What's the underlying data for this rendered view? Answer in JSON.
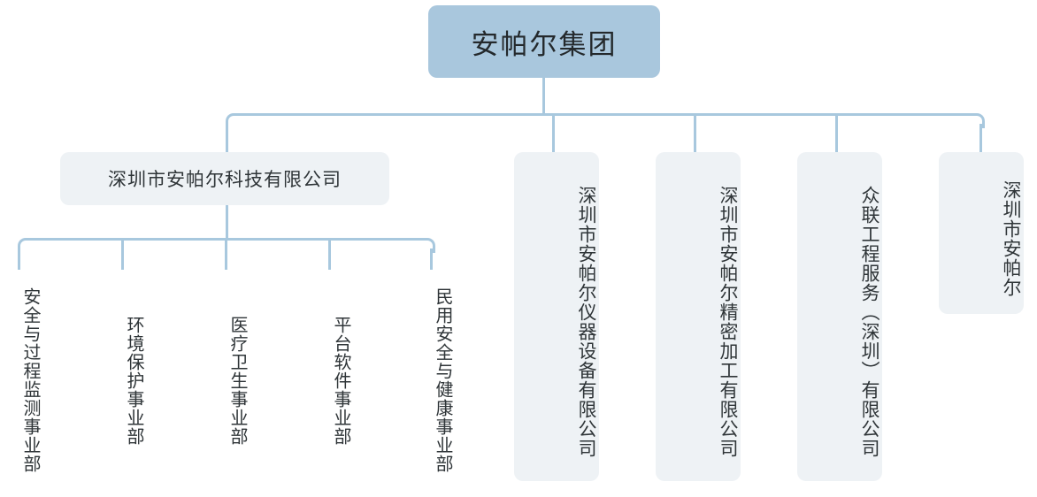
{
  "diagram": {
    "type": "organization-chart",
    "title_node": {
      "label": "安帕尔集团",
      "color": "#a9c7dd"
    },
    "colors": {
      "root_fill": "#a9c7dd",
      "node_fill": "#eef2f5",
      "connector": "#a8c8de",
      "text": "#2f3538",
      "background": "#ffffff"
    },
    "subsidiaries": [
      {
        "label": "深圳市安帕尔科技有限公司",
        "orientation": "horizontal"
      },
      {
        "label": "深圳市安帕尔仪器设备有限公司",
        "orientation": "vertical"
      },
      {
        "label": "深圳市安帕尔精密加工有限公司",
        "orientation": "vertical"
      },
      {
        "label": "众联工程服务（深圳）有限公司",
        "orientation": "vertical"
      },
      {
        "label": "深圳市安帕尔",
        "orientation": "vertical"
      }
    ],
    "departments": [
      {
        "label": "安全与过程监测事业部"
      },
      {
        "label": "环境保护事业部"
      },
      {
        "label": "医疗卫生事业部"
      },
      {
        "label": "平台软件事业部"
      },
      {
        "label": "民用安全与健康事业部"
      }
    ]
  }
}
